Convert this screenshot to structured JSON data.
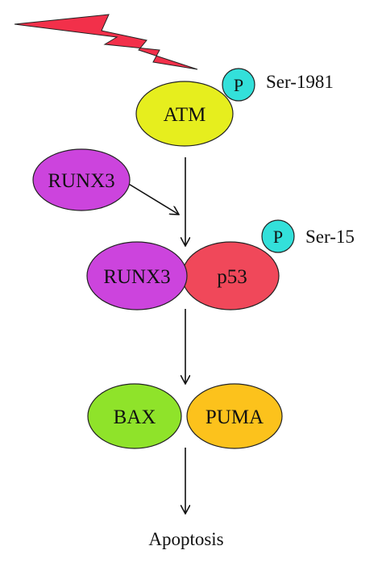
{
  "diagram": {
    "nodes": {
      "atm": {
        "label": "ATM",
        "fill": "#e6ee1e"
      },
      "runx3_free": {
        "label": "RUNX3",
        "fill": "#cc44dd"
      },
      "runx3_bound": {
        "label": "RUNX3",
        "fill": "#cc44dd"
      },
      "p53": {
        "label": "p53",
        "fill": "#f0485a"
      },
      "bax": {
        "label": "BAX",
        "fill": "#8fe32a"
      },
      "puma": {
        "label": "PUMA",
        "fill": "#fcc21c"
      }
    },
    "phospho": [
      {
        "badge": "P",
        "site": "Ser-1981",
        "target": "ATM",
        "fill": "#33e0da"
      },
      {
        "badge": "P",
        "site": "Ser-15",
        "target": "p53",
        "fill": "#33e0da"
      }
    ],
    "stimulus": {
      "icon": "lightning-bolt-icon",
      "fill": "#f2304a"
    },
    "outcome": "Apoptosis"
  }
}
